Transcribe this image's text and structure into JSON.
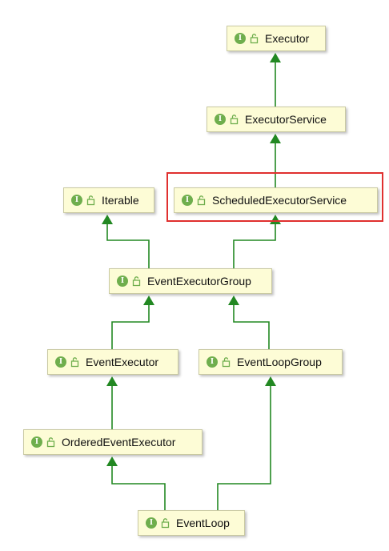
{
  "diagram": {
    "badge_letter": "I",
    "colors": {
      "node_fill": "#fdfcd6",
      "node_border": "#c9c9a2",
      "badge": "#6fae4d",
      "edge": "#228822",
      "highlight": "#e0302f"
    },
    "nodes": {
      "executor": "Executor",
      "executor_service": "ExecutorService",
      "iterable": "Iterable",
      "scheduled_executor_service": "ScheduledExecutorService",
      "event_executor_group": "EventExecutorGroup",
      "event_executor": "EventExecutor",
      "event_loop_group": "EventLoopGroup",
      "ordered_event_executor": "OrderedEventExecutor",
      "event_loop": "EventLoop"
    },
    "edges": [
      {
        "from": "executor_service",
        "to": "executor"
      },
      {
        "from": "scheduled_executor_service",
        "to": "executor_service"
      },
      {
        "from": "event_executor_group",
        "to": "iterable"
      },
      {
        "from": "event_executor_group",
        "to": "scheduled_executor_service"
      },
      {
        "from": "event_executor",
        "to": "event_executor_group"
      },
      {
        "from": "event_loop_group",
        "to": "event_executor_group"
      },
      {
        "from": "ordered_event_executor",
        "to": "event_executor"
      },
      {
        "from": "event_loop",
        "to": "ordered_event_executor"
      },
      {
        "from": "event_loop",
        "to": "event_loop_group"
      }
    ],
    "highlighted": "scheduled_executor_service"
  }
}
